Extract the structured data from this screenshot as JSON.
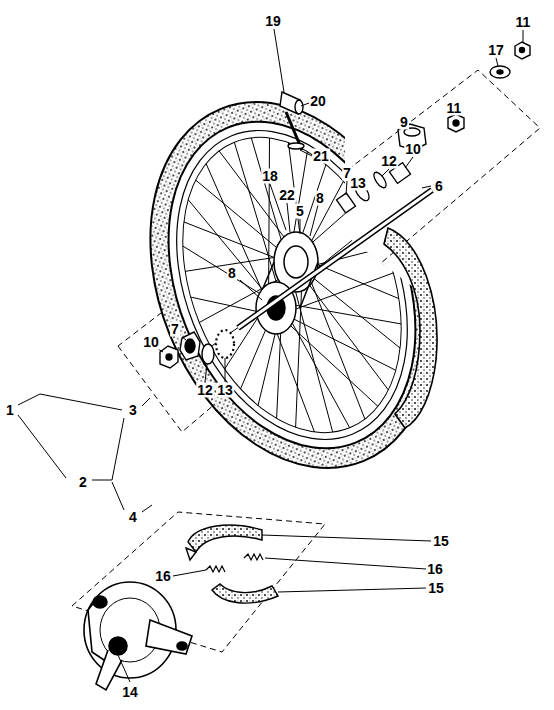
{
  "diagram": {
    "labels": [
      "11",
      "17",
      "19",
      "20",
      "9",
      "11",
      "10",
      "21",
      "12",
      "7",
      "13",
      "18",
      "22",
      "8",
      "6",
      "5",
      "8",
      "7",
      "10",
      "12",
      "13",
      "1",
      "3",
      "2",
      "4",
      "15",
      "16",
      "16",
      "15",
      "14"
    ]
  }
}
